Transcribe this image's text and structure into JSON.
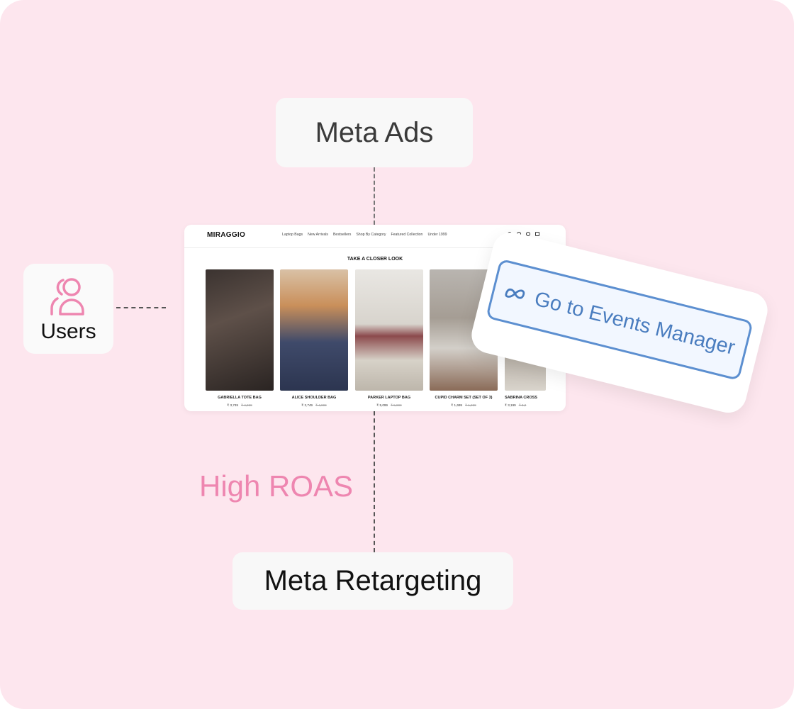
{
  "diagram": {
    "meta_ads_label": "Meta Ads",
    "users_label": "Users",
    "high_roas_label": "High ROAS",
    "meta_retargeting_label": "Meta Retargeting",
    "events_button_label": "Go to Events Manager",
    "accent_pink": "#ee86b0",
    "accent_blue": "#4a7dbf"
  },
  "shop": {
    "brand": "MIRAGGIO",
    "nav": [
      "Laptop Bags",
      "New Arrivals",
      "Bestsellers",
      "Shop By Category",
      "Featured Collection",
      "Under 1999"
    ],
    "section_title": "TAKE A CLOSER LOOK",
    "products": [
      {
        "name": "GABRIELLA TOTE BAG",
        "price": "₹ 3,749",
        "mrp": "₹ 4,999"
      },
      {
        "name": "ALICE SHOULDER BAG",
        "price": "₹ 2,749",
        "mrp": "₹ 4,999"
      },
      {
        "name": "PARKER LAPTOP BAG",
        "price": "₹ 5,099",
        "mrp": "₹ 5,999"
      },
      {
        "name": "CUPID CHARM SET (SET OF 3)",
        "price": "₹ 1,699",
        "mrp": "₹ 1,999"
      },
      {
        "name": "SABRINA CROSS",
        "price": "₹ 3,199",
        "mrp": "₹ 3,9"
      }
    ],
    "icons": [
      "search-icon",
      "user-icon",
      "heart-icon",
      "bag-icon"
    ]
  }
}
